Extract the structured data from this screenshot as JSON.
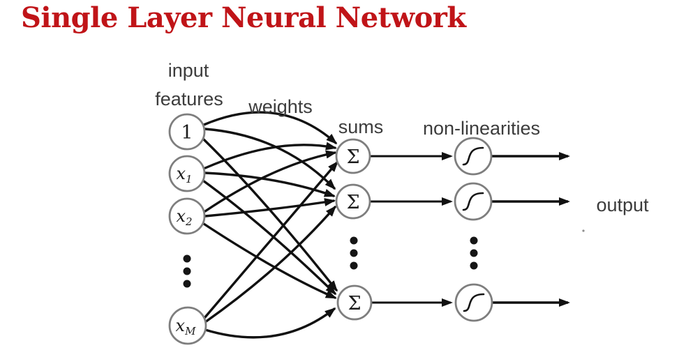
{
  "title": "Single Layer Neural Network",
  "colors": {
    "title": "#c01418",
    "label": "#3c3c3c",
    "edge": "#111111",
    "node_stroke": "#7e7e7e"
  },
  "labels": {
    "input_line1": "input",
    "input_line2": "features",
    "weights": "weights",
    "sums": "sums",
    "non_linearities": "non-linearities",
    "output": "output"
  },
  "nodes": {
    "inputs": [
      {
        "base": "1",
        "sub": ""
      },
      {
        "base": "x",
        "sub": "1"
      },
      {
        "base": "x",
        "sub": "2"
      },
      {
        "base": "x",
        "sub": "M"
      }
    ],
    "sum_symbol": "Σ"
  },
  "icons": {
    "nonlinearity": "sigmoid-icon"
  }
}
